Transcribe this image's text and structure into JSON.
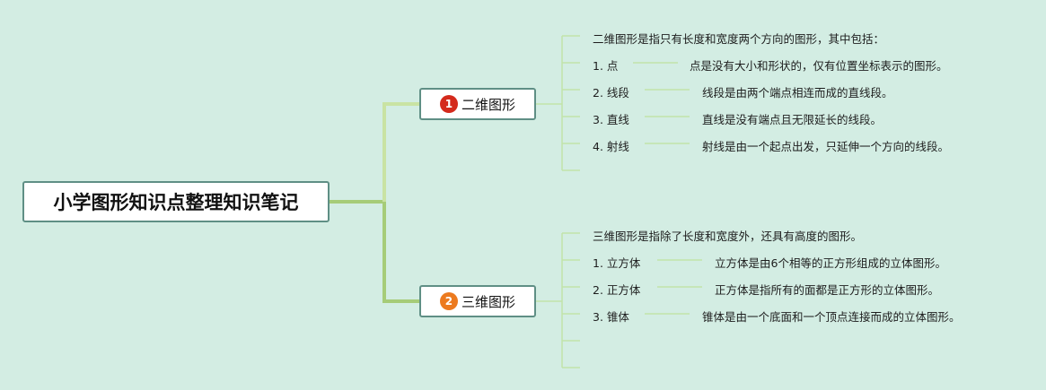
{
  "root": {
    "title": "小学图形知识点整理知识笔记"
  },
  "colors": {
    "background": "#d3ede3",
    "line_main": "#a6cc78",
    "line_leaf": "#c2e3a9",
    "badge_1": "#d42a1c",
    "badge_2": "#ec7a1f"
  },
  "branches": [
    {
      "number": "1",
      "label": "二维图形",
      "intro": "二维图形是指只有长度和宽度两个方向的图形，其中包括：",
      "items": [
        {
          "term": "1. 点",
          "desc": "点是没有大小和形状的，仅有位置坐标表示的图形。"
        },
        {
          "term": "2. 线段",
          "desc": "线段是由两个端点相连而成的直线段。"
        },
        {
          "term": "3. 直线",
          "desc": "直线是没有端点且无限延长的线段。"
        },
        {
          "term": "4. 射线",
          "desc": "射线是由一个起点出发，只延伸一个方向的线段。"
        }
      ]
    },
    {
      "number": "2",
      "label": "三维图形",
      "intro": "三维图形是指除了长度和宽度外，还具有高度的图形。",
      "items": [
        {
          "term": "1. 立方体",
          "desc": "立方体是由6个相等的正方形组成的立体图形。"
        },
        {
          "term": "2. 正方体",
          "desc": "正方体是指所有的面都是正方形的立体图形。"
        },
        {
          "term": "3. 锥体",
          "desc": "锥体是由一个底面和一个顶点连接而成的立体图形。"
        }
      ]
    }
  ]
}
